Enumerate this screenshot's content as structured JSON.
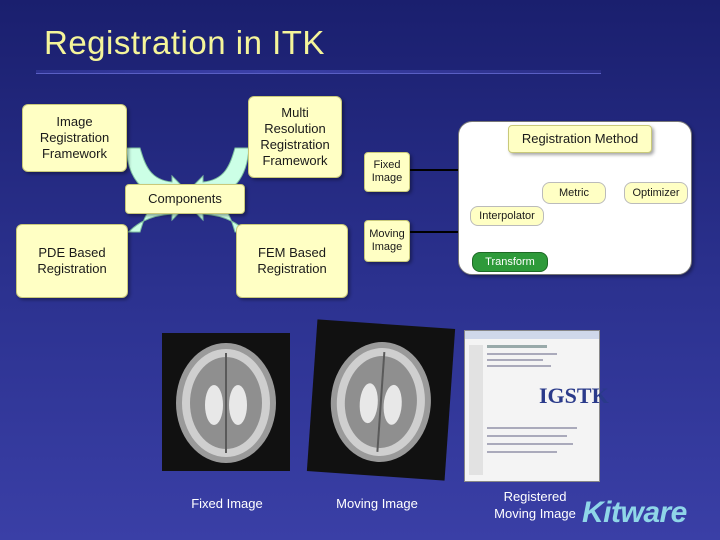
{
  "title": "Registration in ITK",
  "boxes": {
    "framework": "Image Registration Framework",
    "multires": "Multi Resolution Registration Framework",
    "components": "Components",
    "pde": "PDE Based Registration",
    "fem": "FEM Based Registration",
    "fixed_image": "Fixed Image",
    "moving_image": "Moving Image"
  },
  "method": {
    "title": "Registration Method",
    "metric": "Metric",
    "optimizer": "Optimizer",
    "interpolator": "Interpolator",
    "transform": "Transform"
  },
  "captions": {
    "fixed": "Fixed Image",
    "moving": "Moving Image",
    "registered_line1": "Registered",
    "registered_line2": "Moving Image"
  },
  "logo": "Kitware",
  "colors": {
    "title": "#f5f59a",
    "box_fill": "#ffffc4",
    "arrow_fill": "#ccffe6",
    "pill_fill": "#ffffc4",
    "transform_fill": "#2e9a3a",
    "logo": "#8fd6e8"
  }
}
